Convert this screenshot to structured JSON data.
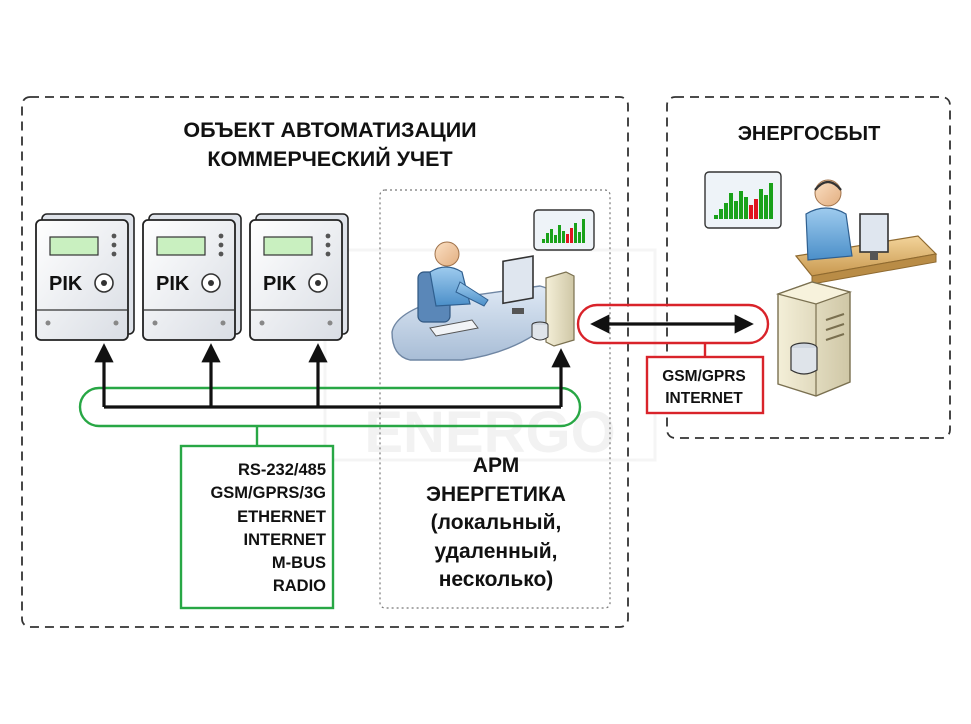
{
  "left_title_lines": [
    "ОБЪЕКТ АВТОМАТИЗАЦИИ",
    "КОММЕРЧЕСКИЙ УЧЕТ"
  ],
  "right_title": "ЭНЕРГОСБЫТ",
  "meter_brand": "PIK",
  "protocols": [
    "RS-232/485",
    "GSM/GPRS/3G",
    "ETHERNET",
    "INTERNET",
    "M-BUS",
    "RADIO"
  ],
  "arm_lines": [
    "АРМ",
    "ЭНЕРГЕТИКА",
    "(локальный,",
    "удаленный,",
    "несколько)"
  ],
  "remote_link_lines": [
    "GSM/GPRS",
    "INTERNET"
  ],
  "watermark": "ENERGO",
  "colors": {
    "bus_green": "#28a745",
    "link_red": "#d9232a",
    "arrow_black": "#111111",
    "dashed_border": "#333333",
    "chart_green": "#1aa21a",
    "chart_red": "#e0141e"
  }
}
